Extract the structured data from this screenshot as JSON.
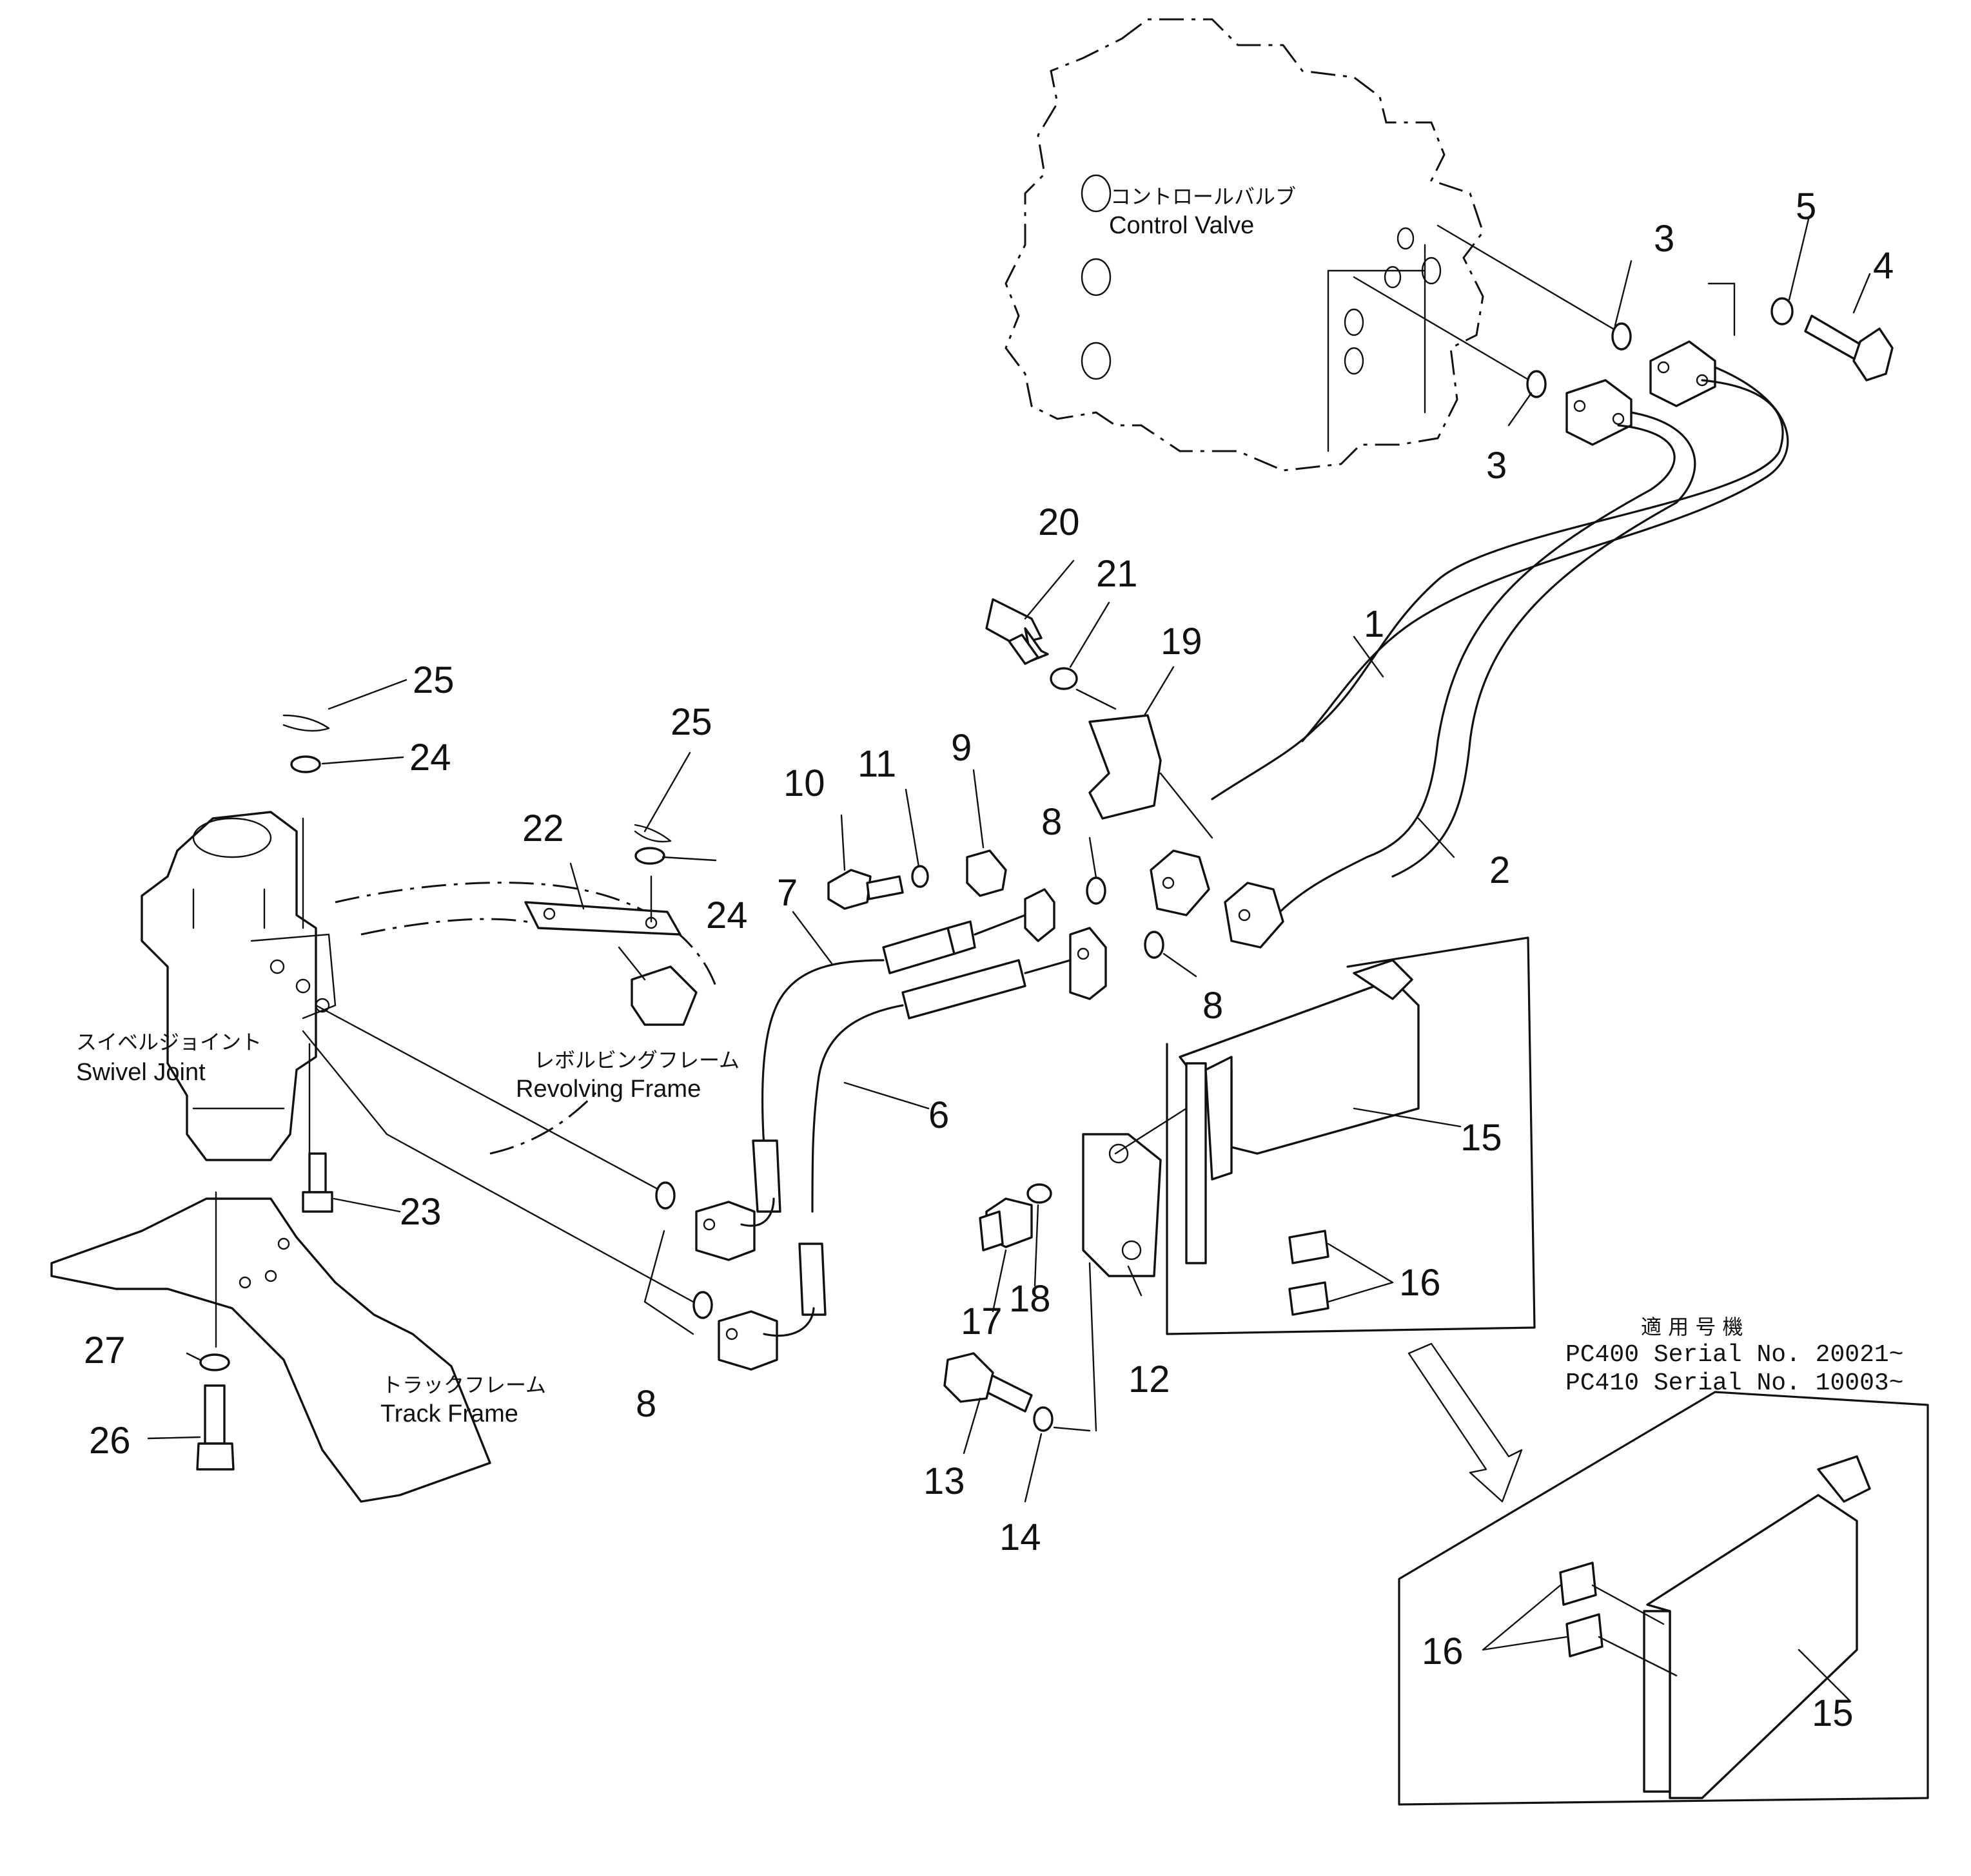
{
  "labels": {
    "control_valve_jp": "コントロールバルブ",
    "control_valve_en": "Control  Valve",
    "swivel_joint_jp": "スイベルジョイント",
    "swivel_joint_en": "Swivel  Joint",
    "revolving_frame_jp": "レボルビングフレーム",
    "revolving_frame_en": "Revolving  Frame",
    "track_frame_jp": "トラックフレーム",
    "track_frame_en": "Track  Frame"
  },
  "applicability": {
    "heading_jp": "適 用 号 機",
    "line1": "PC400  Serial  No.  20021~",
    "line2": "PC410  Serial  No.  10003~"
  },
  "callouts": {
    "c1": "1",
    "c2": "2",
    "c3a": "3",
    "c3b": "3",
    "c4": "4",
    "c5": "5",
    "c6": "6",
    "c7": "7",
    "c8a": "8",
    "c8b": "8",
    "c8c": "8",
    "c9": "9",
    "c10": "10",
    "c11": "11",
    "c12": "12",
    "c13": "13",
    "c14": "14",
    "c15a": "15",
    "c15b": "15",
    "c16a": "16",
    "c16b": "16",
    "c17": "17",
    "c18": "18",
    "c19": "19",
    "c20": "20",
    "c21": "21",
    "c22": "22",
    "c23": "23",
    "c24a": "24",
    "c24b": "24",
    "c25a": "25",
    "c25b": "25",
    "c26": "26",
    "c27": "27"
  }
}
